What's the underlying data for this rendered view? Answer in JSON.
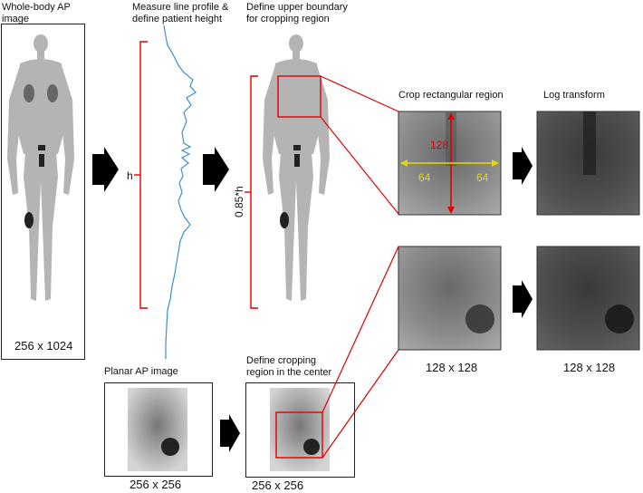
{
  "labels": {
    "whole_body_title": [
      "Whole-body  AP",
      "image"
    ],
    "measure_title": [
      "Measure line profile &",
      "define patient height"
    ],
    "define_upper_title": [
      "Define upper boundary",
      "for cropping region"
    ],
    "crop_title": "Crop rectangular region",
    "log_title": "Log transform",
    "planar_title": "Planar AP image",
    "define_crop_center_title": [
      "Define cropping",
      "region in the center"
    ]
  },
  "dimensions": {
    "whole_body": "256 x 1024",
    "planar": "256 x 256",
    "cropped_center": "256 x 256",
    "crop_out": "128 x 128",
    "log_out": "128 x 128"
  },
  "annotations": {
    "h": "h",
    "height_fraction": "0.85*h",
    "crop_height": "128",
    "crop_half_left": "64",
    "crop_half_right": "64"
  },
  "colors": {
    "red": "#e00000",
    "yellow": "#e6d800",
    "profile_blue": "#3a8fd6"
  }
}
